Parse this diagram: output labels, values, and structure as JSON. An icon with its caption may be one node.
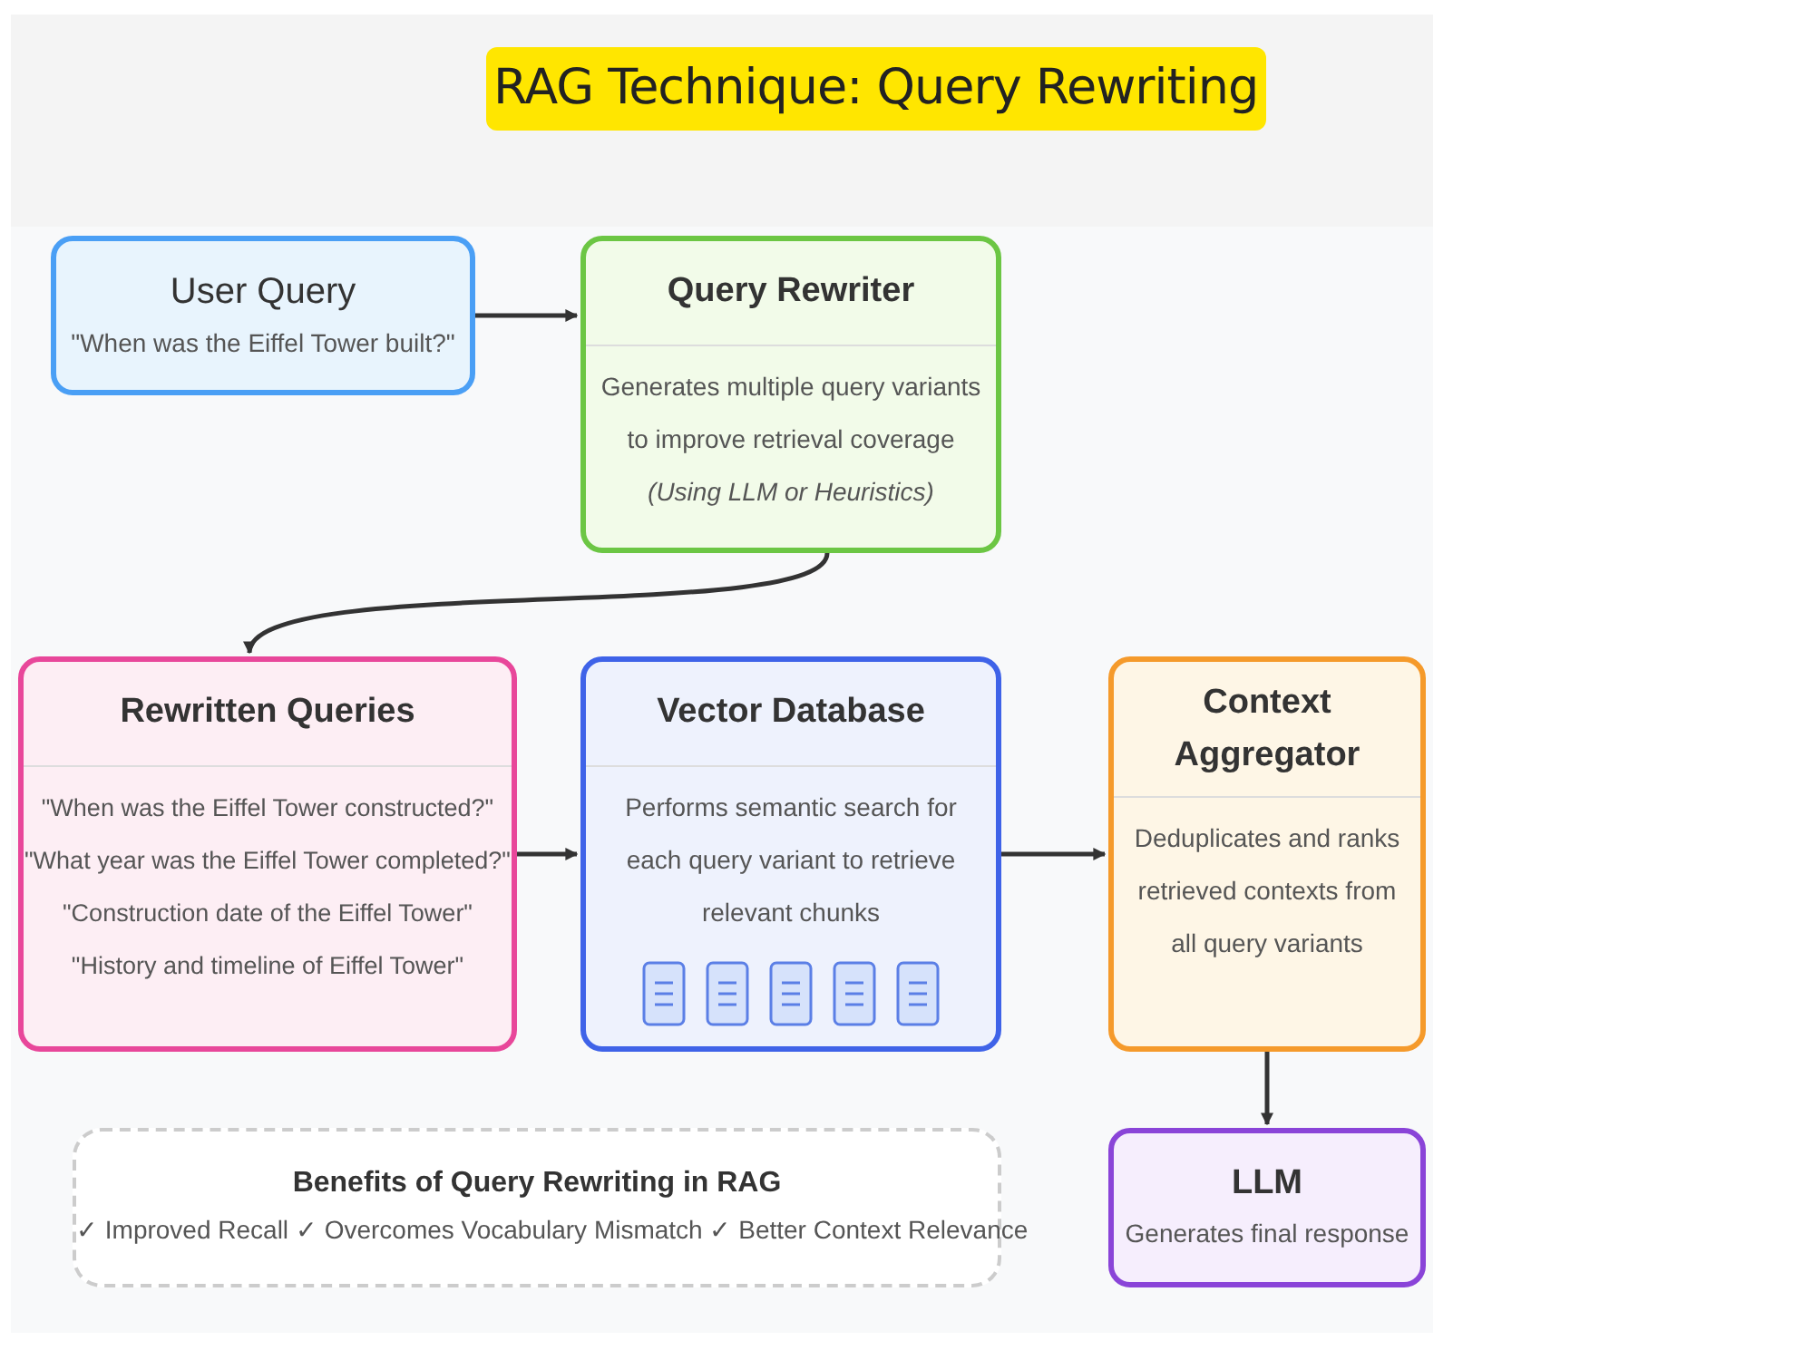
{
  "diagram": {
    "title": "RAG Technique: Query Rewriting",
    "nodes": [
      {
        "text": [
          "User Query",
          "\"When was the Eiffel Tower built?\""
        ]
      },
      {
        "text": [
          "Query Rewriter",
          "Generates multiple query variants to improve retrieval coverage",
          "*(Using LLM or Heuristics)*"
        ]
      },
      {
        "text": [
          "Rewritten Queries",
          "\"When was the Eiffel Tower constructed?\"",
          "\"What year was the Eiffel Tower completed?\"",
          "\"Construction date of the Eiffel Tower\"",
          "\"History and timeline of Eiffel Tower\""
        ]
      },
      {
        "text": [
          "Vector Database",
          "Performs semantic search for each query variant to retrieve relevant chunks"
        ]
      },
      {
        "text": [
          "Context Aggregator",
          "Deduplicates and ranks retrieved contexts from all query variants"
        ]
      },
      {
        "text": [
          "LLM",
          "Generates final response"
        ]
      },
      {
        "text": [
          "Benefits of Query Rewriting in RAG",
          "✓ Improved Recall ✓ Overcomes Vocabulary Mismatch ✓ Better Context Relevance"
        ]
      }
    ],
    "edges": [
      {
        "from": 0,
        "to": 1,
        "arrow": "to"
      },
      {
        "from": 1,
        "to": 2,
        "arrow": "to"
      },
      {
        "from": 2,
        "to": 3,
        "arrow": "to"
      },
      {
        "from": 3,
        "to": 4,
        "arrow": "to"
      },
      {
        "from": 4,
        "to": 5,
        "arrow": "to"
      }
    ]
  }
}
